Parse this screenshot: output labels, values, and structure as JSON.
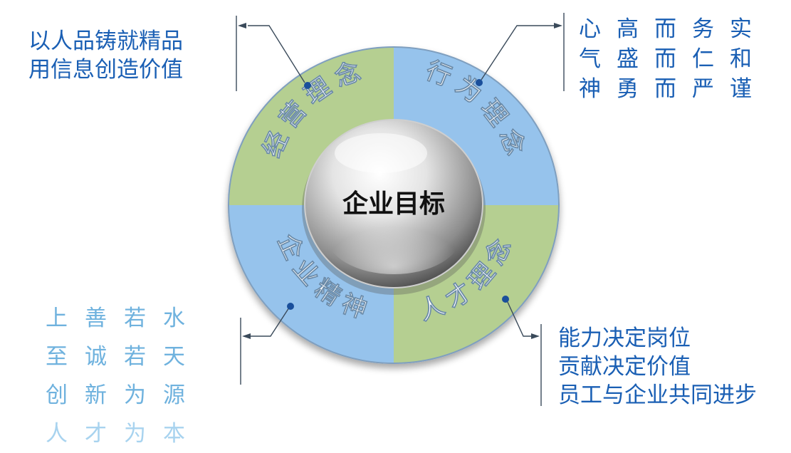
{
  "center_label": "企业目标",
  "segments": {
    "top_left": "经营理念",
    "top_right": "行为理念",
    "bottom_right": "人才理念",
    "bottom_left": "企业精神"
  },
  "annotations": {
    "top_left": [
      "以人品铸就精品",
      "用信息创造价值"
    ],
    "top_right": [
      "心高而务实",
      "气盛而仁和",
      "神勇而严谨"
    ],
    "bottom_left": [
      "上善若水",
      "至诚若天",
      "创新为源",
      "人才为本"
    ],
    "bottom_right": [
      "能力决定岗位",
      "贡献决定价值",
      "员工与企业共同进步"
    ]
  },
  "colors": {
    "green_segment": "#b5cf91",
    "blue_segment": "#96c3ec",
    "text_blue": "#1a5fb4",
    "text_light_blue": "#6fb2de"
  }
}
